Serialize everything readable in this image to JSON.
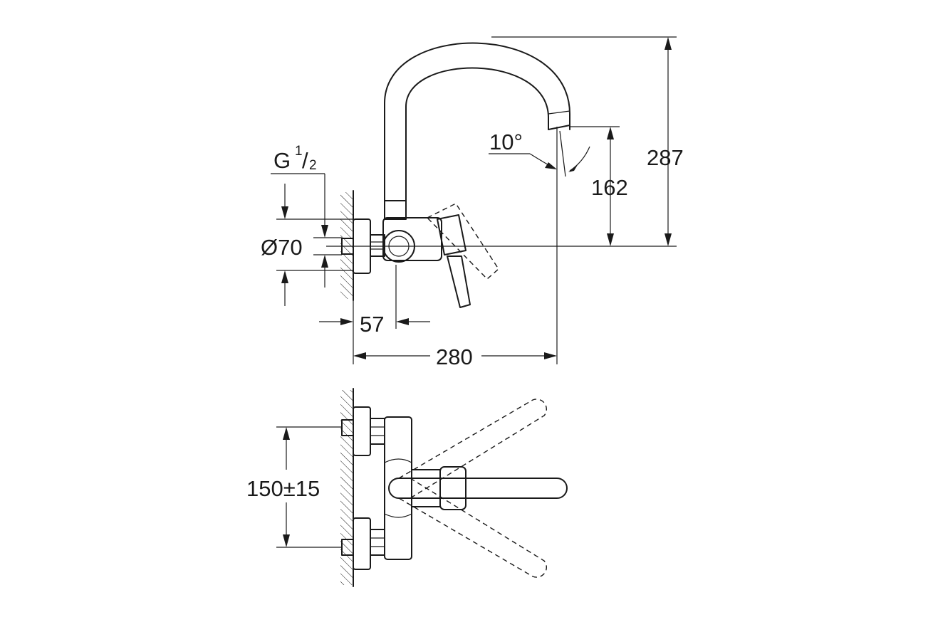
{
  "dimensions": {
    "overall_height": "287",
    "spout_height": "162",
    "projection": "280",
    "wall_offset": "57",
    "flange_diameter": "Ø70",
    "centres": "150±15",
    "angle": "10°"
  },
  "thread": {
    "prefix": "G",
    "numerator": "1",
    "slash": "/",
    "denominator": "2"
  },
  "colors": {
    "line": "#1a1a1a",
    "background": "#ffffff"
  }
}
